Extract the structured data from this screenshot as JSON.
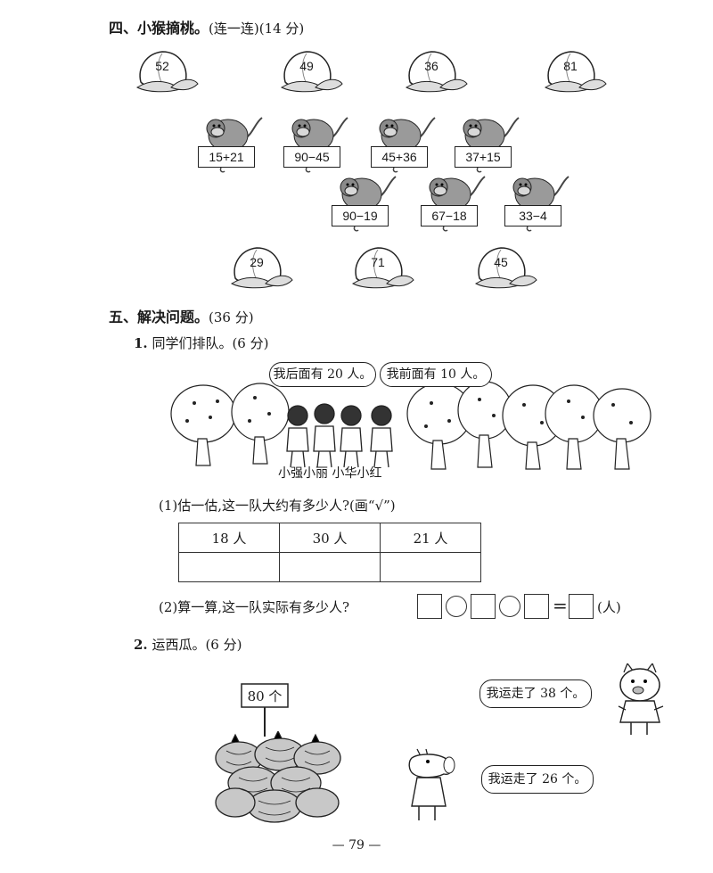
{
  "section4": {
    "title": "四、小猴摘桃。",
    "sub": "(连一连)(14 分)"
  },
  "peaches_top": [
    "52",
    "49",
    "36",
    "81"
  ],
  "monkeys_row1": [
    "15+21",
    "90−45",
    "45+36",
    "37+15"
  ],
  "monkeys_row2": [
    "90−19",
    "67−18",
    "33−4"
  ],
  "peaches_bottom": [
    "29",
    "71",
    "45"
  ],
  "section5": {
    "title": "五、解决问题。",
    "sub": "(36 分)"
  },
  "q1": {
    "num": "1.",
    "title": "同学们排队。(6 分)",
    "bubble_left": "我后面有 20 人。",
    "bubble_right": "我前面有 10 人。",
    "names": "小强小丽  小华小红",
    "part1": "(1)估一估,这一队大约有多少人?(画“√”)",
    "options": [
      "18 人",
      "30 人",
      "21 人"
    ],
    "part2": "(2)算一算,这一队实际有多少人?",
    "unit": "(人)",
    "equals": "="
  },
  "q2": {
    "num": "2.",
    "title": "运西瓜。(6 分)",
    "sign": "80 个",
    "bubble_top": "我运走了 38 个。",
    "bubble_bottom": "我运走了 26 个。"
  },
  "page_number": "— 79 —"
}
